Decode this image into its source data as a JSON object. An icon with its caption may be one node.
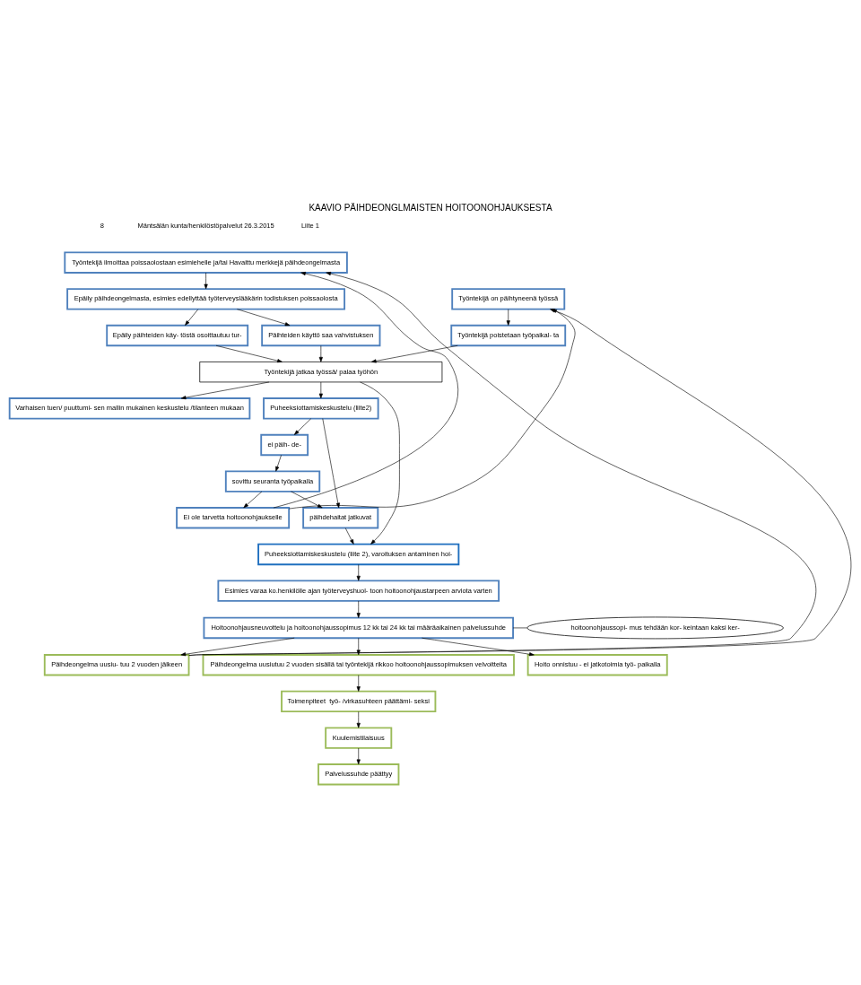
{
  "diagram": {
    "title": "KAAVIO PÄIHDEONGLMAISTEN HOITOONOHJAUKSESTA",
    "nodes": [
      {
        "text": [
          "Työntekijä ilmoittaa poissaolostaan esimiehelle ja/tai Havaittu merkkejä päihdeongelmasta"
        ]
      },
      {
        "text": [
          "Työntekijä on päihtyneenä työssä"
        ]
      },
      {
        "text": [
          "Epäily päihdeongelmasta, esimies edellyttää työterveyslääkärin todistuksen poissaolosta"
        ]
      },
      {
        "text": [
          "Työntekijä poistetaan työpaikal- ta"
        ]
      },
      {
        "text": [
          "Epäily päihteiden käy- töstä osoittautuu tur-"
        ]
      },
      {
        "text": [
          "Päihteiden käyttö saa vahvistuksen"
        ]
      },
      {
        "text": [
          "Työntekijä jatkaa työssä/ palaa työhön"
        ]
      },
      {
        "text": [
          "Varhaisen tuen/ puuttumi- sen mallin mukainen keskustelu /tilanteen mukaan"
        ]
      },
      {
        "text": [
          "Puheeksiottamiskeskustelu (liite2)"
        ]
      },
      {
        "text": [
          "Puheeksiottamiskeskustelu (liite 2), varoituksen antaminen hoi-"
        ]
      },
      {
        "text": [
          "ei päih- de-"
        ]
      },
      {
        "text": [
          "päihdehaitat jatkuvat"
        ]
      },
      {
        "text": [
          "sovittu seuranta työpaikalla"
        ]
      },
      {
        "text": [
          "Esimies varaa ko.henkilölle ajan työterveyshuol- toon hoitoonohjaustarpeen arviota varten"
        ]
      },
      {
        "text": [
          "Ei ole tarvetta hoitoonohjaukselle"
        ]
      },
      {
        "text": [
          "Hoitoonohjausneuvottelu ja hoitoonohjaussopimus 12 kk tai 24 kk tai määräaikainen palvelussuhde"
        ]
      },
      {
        "text": [
          "hoitoonohjaussopi- mus tehdään kor- keintaan kaksi ker-"
        ]
      },
      {
        "text": [
          "Päihdeongelma uusiu- tuu 2 vuoden jälkeen"
        ]
      },
      {
        "text": [
          "Päihdeongelma uusiutuu 2 vuoden sisällä tai työntekijä rikkoo hoitoonohjaussopimuksen velvoitteita"
        ]
      },
      {
        "text": [
          "Hoito onnistuu - ei jatkotoimia työ- paikalla"
        ]
      },
      {
        "text": [
          "Toimenpiteet  työ- /virkasuhteen päättämi- seksi"
        ]
      },
      {
        "text": [
          "Kuulemistilaisuus"
        ]
      },
      {
        "text": [
          "Palvelussuhde päättyy"
        ]
      }
    ],
    "edges": [
      {
        "from": 17,
        "to": 0,
        "arrow": "to"
      },
      {
        "from": 17,
        "to": 1,
        "arrow": "to"
      },
      {
        "from": 14,
        "to": 0,
        "arrow": "to"
      },
      {
        "from": 14,
        "to": 1,
        "arrow": "to"
      },
      {
        "from": 0,
        "to": 2,
        "arrow": "to"
      },
      {
        "from": 1,
        "to": 3,
        "arrow": "to"
      },
      {
        "from": 2,
        "to": 4,
        "arrow": "to"
      },
      {
        "from": 2,
        "to": 5,
        "arrow": "to"
      },
      {
        "from": 4,
        "to": 6,
        "arrow": "to"
      },
      {
        "from": 5,
        "to": 6,
        "arrow": "to"
      },
      {
        "from": 3,
        "to": 6,
        "arrow": "to"
      },
      {
        "from": 6,
        "to": 7,
        "arrow": "to"
      },
      {
        "from": 6,
        "to": 8,
        "arrow": "to"
      },
      {
        "from": 6,
        "to": 9,
        "arrow": "to"
      },
      {
        "from": 8,
        "to": 10,
        "arrow": "to"
      },
      {
        "from": 8,
        "to": 11,
        "arrow": "to"
      },
      {
        "from": 10,
        "to": 12,
        "arrow": "to"
      },
      {
        "from": 12,
        "to": 11,
        "arrow": "to"
      },
      {
        "from": 11,
        "to": 9,
        "arrow": "to"
      },
      {
        "from": 9,
        "to": 13,
        "arrow": "to"
      },
      {
        "from": 12,
        "to": 14,
        "arrow": "to"
      },
      {
        "from": 13,
        "to": 15,
        "arrow": "to"
      },
      {
        "from": 15,
        "to": 16,
        "arrow": "none"
      },
      {
        "from": 15,
        "to": 17,
        "arrow": "to"
      },
      {
        "from": 15,
        "to": 18,
        "arrow": "to"
      },
      {
        "from": 15,
        "to": 19,
        "arrow": "to"
      },
      {
        "from": 18,
        "to": 20,
        "arrow": "to"
      },
      {
        "from": 20,
        "to": 21,
        "arrow": "to"
      },
      {
        "from": 21,
        "to": 22,
        "arrow": "to"
      }
    ],
    "labels": [
      "8",
      "Mäntsälän kunta/henkilöstöpalvelut 26.3.2015",
      "Liite 1"
    ]
  }
}
